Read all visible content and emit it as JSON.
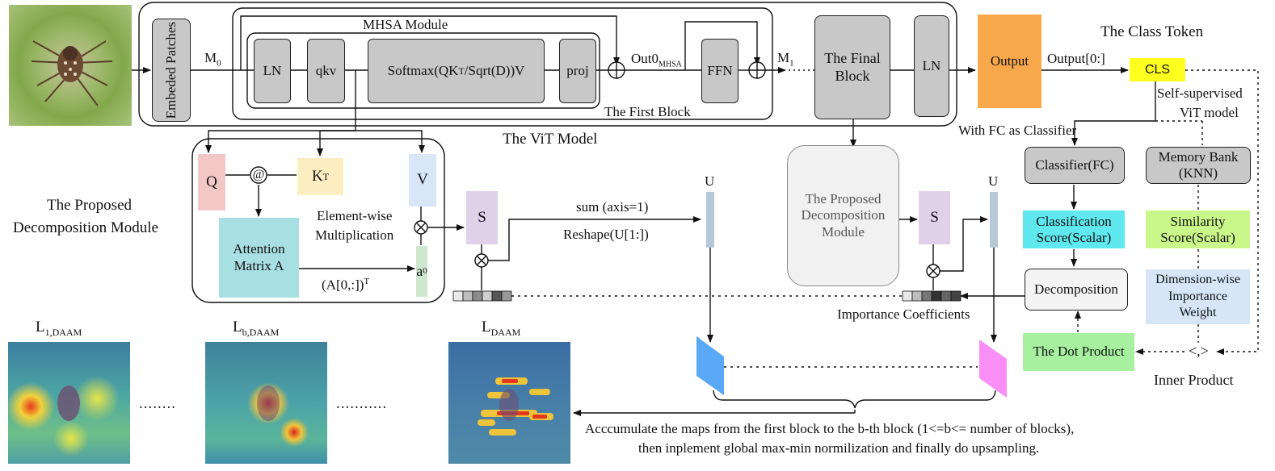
{
  "vit": {
    "embed_patches": "Embeded Patches",
    "m0": "M",
    "m0_sub": "0",
    "mhsa_title": "MHSA Module",
    "ln1": "LN",
    "qkv": "qkv",
    "softmax_pre": "Softmax(QK",
    "softmax_sup": "T",
    "softmax_post": "/Sqrt(D))V",
    "proj": "proj",
    "out0": "Out0",
    "out0_sub": "MHSA",
    "ffn": "FFN",
    "m1": "M",
    "m1_sub": "1",
    "first_block": "The First Block",
    "final_block": "The Final Block",
    "ln2": "LN",
    "output": "Output",
    "output_slice": "Output[0:]",
    "class_token_title": "The Class Token",
    "cls": "CLS",
    "vit_model_label": "The ViT Model"
  },
  "right": {
    "self_supervised_1": "Self-supervised",
    "self_supervised_2": "ViT model",
    "with_fc": "With FC as Classifier",
    "classifier_fc": "Classifier(FC)",
    "memory_bank_1": "Memory Bank",
    "memory_bank_2": "(KNN)",
    "class_score_1": "Classification",
    "class_score_2": "Score(Scalar)",
    "sim_score_1": "Similarity",
    "sim_score_2": "Score(Scalar)",
    "decomposition": "Decomposition",
    "dim_weight_1": "Dimension-wise",
    "dim_weight_2": "Importance",
    "dim_weight_3": "Weight",
    "dot_product": "The Dot Product",
    "inner_product_symbol": "<,>",
    "inner_product": "Inner Product",
    "importance_coeff": "Importance Coefficients"
  },
  "decomp": {
    "title_1": "The Proposed",
    "title_2": "Decomposition Module",
    "q": "Q",
    "at": "@",
    "kt": "K",
    "kt_sup": "T",
    "v": "V",
    "attn_1": "Attention",
    "attn_2": "Matrix A",
    "elementwise_1": "Element-wise",
    "elementwise_2": "Multiplication",
    "a_row": "(A[0,:])",
    "a_row_sup": "T",
    "a0": "a",
    "a0_sub": "0",
    "s": "S",
    "sum_axis": "sum (axis=1)",
    "reshape": "Reshape(U[1:])",
    "u": "U",
    "module2_1": "The Proposed",
    "module2_2": "Decomposition",
    "module2_3": "Module",
    "s2": "S",
    "u2": "U"
  },
  "maps": {
    "l1": "L",
    "l1_sub": "1,DAAM",
    "lb": "L",
    "lb_sub": "b,DAAM",
    "ldaam": "L",
    "ldaam_sub": "DAAM",
    "dots1": "........",
    "dots2": "...........",
    "caption_1": "Acccumulate  the maps from the first block to the b-th block (1<=b<= number of blocks),",
    "caption_2": "then inplement global max-min normilization and finally do upsampling."
  },
  "colors": {
    "output_orange": "#f8a74a",
    "cls_yellow": "#ffff1f",
    "q_pink": "#f4c7c7",
    "kt_yellow": "#fdeec2",
    "v_blue": "#d9e6f7",
    "attn_cyan": "#a8dfe2",
    "s_purple": "#e0d0e8",
    "class_score_cyan": "#5fe8ee",
    "sim_green": "#c9f78a",
    "dim_blue": "#d7e6f7",
    "dot_green": "#a6f0a0",
    "map_blue": "#5aa9f7",
    "map_pink": "#fa8ef7"
  }
}
